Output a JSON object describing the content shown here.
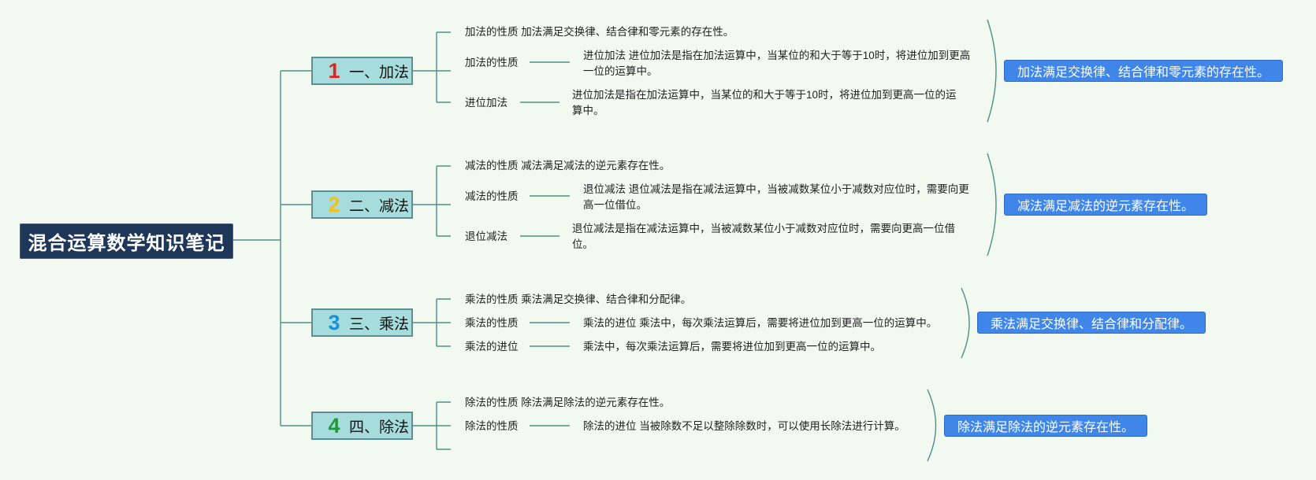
{
  "root": {
    "title": "混合运算数学知识笔记"
  },
  "colors": {
    "background": "#f1f9f1",
    "root": "#1e3658",
    "branch": "#a6dcdc",
    "summary": "#3f86e8",
    "line": "#4f8f86"
  },
  "branches": [
    {
      "number": "1",
      "number_color": "#e02424",
      "title": "一、加法",
      "items": [
        {
          "label": "加法的性质 加法满足交换律、结合律和零元素的存在性。"
        },
        {
          "label": "加法的性质",
          "detail": "进位加法 进位加法是指在加法运算中，当某位的和大于等于10时，将进位加到更高一位的运算中。"
        },
        {
          "label": "进位加法",
          "detail": "进位加法是指在加法运算中，当某位的和大于等于10时，将进位加到更高一位的运算中。"
        }
      ],
      "summary": "加法满足交换律、结合律和零元素的存在性。"
    },
    {
      "number": "2",
      "number_color": "#f2c21b",
      "title": "二、减法",
      "items": [
        {
          "label": "减法的性质 减法满足减法的逆元素存在性。"
        },
        {
          "label": "减法的性质",
          "detail": "退位减法 退位减法是指在减法运算中，当被减数某位小于减数对应位时，需要向更高一位借位。"
        },
        {
          "label": "退位减法",
          "detail": "退位减法是指在减法运算中，当被减数某位小于减数对应位时，需要向更高一位借位。"
        }
      ],
      "summary": "减法满足减法的逆元素存在性。"
    },
    {
      "number": "3",
      "number_color": "#1f8fd6",
      "title": "三、乘法",
      "items": [
        {
          "label": "乘法的性质 乘法满足交换律、结合律和分配律。"
        },
        {
          "label": "乘法的性质",
          "detail": "乘法的进位 乘法中，每次乘法运算后，需要将进位加到更高一位的运算中。"
        },
        {
          "label": "乘法的进位",
          "detail": "乘法中，每次乘法运算后，需要将进位加到更高一位的运算中。"
        }
      ],
      "summary": "乘法满足交换律、结合律和分配律。"
    },
    {
      "number": "4",
      "number_color": "#1f9a3a",
      "title": "四、除法",
      "items": [
        {
          "label": "除法的性质 除法满足除法的逆元素存在性。"
        },
        {
          "label": "除法的性质",
          "detail": "除法的进位 当被除数不足以整除除数时，可以使用长除法进行计算。"
        },
        {
          "label": ""
        }
      ],
      "summary": "除法满足除法的逆元素存在性。"
    }
  ]
}
